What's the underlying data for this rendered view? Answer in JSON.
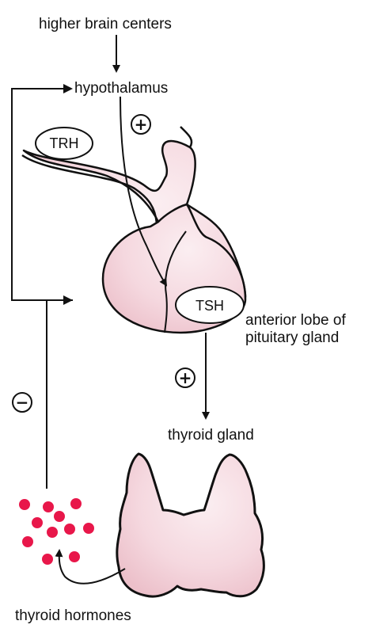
{
  "labels": {
    "higher_brain_centers": "higher brain centers",
    "hypothalamus": "hypothalamus",
    "trh": "TRH",
    "tsh": "TSH",
    "anterior_lobe": "anterior lobe of pituitary gland",
    "thyroid_gland": "thyroid gland",
    "thyroid_hormones": "thyroid hormones"
  },
  "signs": {
    "stimulate_hypothalamus": "+",
    "stimulate_pituitary": "+",
    "inhibit_feedback": "−"
  },
  "colors": {
    "gland_fill": "#f6dde3",
    "gland_shade": "#ecc2cc",
    "hormone_dot": "#e8174a",
    "line": "#111111"
  }
}
